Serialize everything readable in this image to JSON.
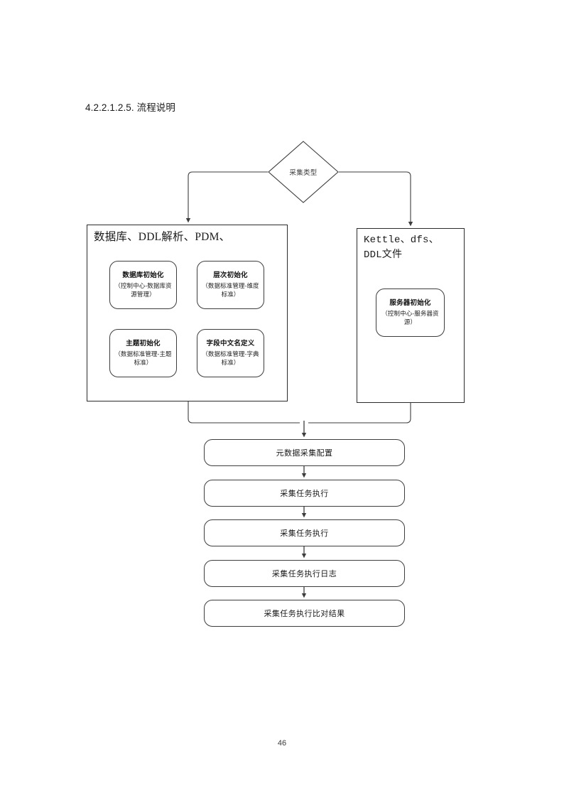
{
  "document": {
    "heading": "4.2.2.1.2.5. 流程说明",
    "page_number": "46"
  },
  "flowchart": {
    "decision": {
      "label": "采集类型",
      "shape": "diamond"
    },
    "groups": [
      {
        "id": "group-left",
        "title": "数据库、DDL解析、PDM、",
        "tasks": [
          {
            "title": "数据库初始化",
            "subtitle": "（控制中心-数据库资源管理）"
          },
          {
            "title": "层次初始化",
            "subtitle": "（数据标准管理-维度标准）"
          },
          {
            "title": "主题初始化",
            "subtitle": "（数据标准管理-主题标准）"
          },
          {
            "title": "字段中文名定义",
            "subtitle": "（数据标准管理-字典标准）"
          }
        ]
      },
      {
        "id": "group-right",
        "title": "Kettle、dfs、\nDDL文件",
        "title_line1": "Kettle、dfs、",
        "title_line2": "DDL文件",
        "tasks": [
          {
            "title": "服务器初始化",
            "subtitle": "（控制中心-服务器资源）"
          }
        ]
      }
    ],
    "steps": [
      {
        "label": "元数据采集配置"
      },
      {
        "label": "采集任务执行"
      },
      {
        "label": "采集任务执行"
      },
      {
        "label": "采集任务执行日志"
      },
      {
        "label": "采集任务执行比对结果"
      }
    ],
    "colors": {
      "line": "#3d3d3d",
      "box_border": "#3d3d3d",
      "group_border": "#2b2b2b",
      "text": "#1a1a1a",
      "background": "#ffffff"
    }
  }
}
